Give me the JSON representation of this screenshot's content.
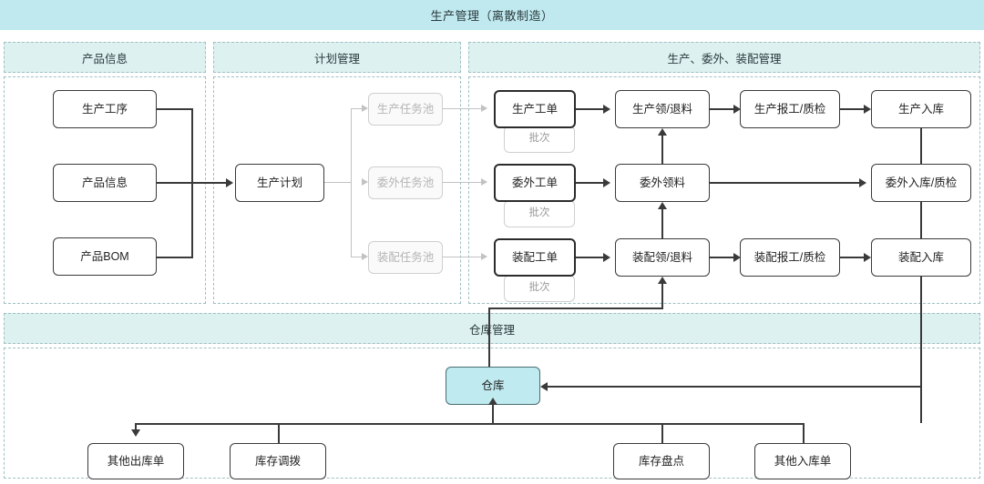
{
  "header": {
    "title": "生产管理（离散制造）"
  },
  "sections": [
    {
      "id": "product-info",
      "label": "产品信息"
    },
    {
      "id": "plan-management",
      "label": "计划管理"
    },
    {
      "id": "prod-out-assembly",
      "label": "生产、委外、装配管理"
    },
    {
      "id": "warehouse",
      "label": "仓库管理"
    }
  ],
  "nodes": {
    "product_process": "生产工序",
    "product_info": "产品信息",
    "product_bom": "产品BOM",
    "production_plan": "生产计划",
    "pool_production": "生产任务池",
    "pool_outsource": "委外任务池",
    "pool_assembly": "装配任务池",
    "wo_production": "生产工单",
    "wo_outsource": "委外工单",
    "wo_assembly": "装配工单",
    "batch_production": "批次",
    "batch_outsource": "批次",
    "batch_assembly": "批次",
    "pick_production": "生产领/退料",
    "pick_outsource": "委外领料",
    "pick_assembly": "装配领/退料",
    "report_production": "生产报工/质检",
    "report_assembly": "装配报工/质检",
    "in_production": "生产入库",
    "in_outsource": "委外入库/质检",
    "in_assembly": "装配入库",
    "warehouse": "仓库",
    "other_outbound": "其他出库单",
    "stock_transfer": "库存调拨",
    "stock_count": "库存盘点",
    "other_inbound": "其他入库单"
  },
  "colors": {
    "title_bar": "#bfe9ef",
    "section_head": "#ddf1f1",
    "panel_border": "#9fbfc2",
    "node_border": "#3a3a3a",
    "ghost": "#cfcfcf",
    "teal_node": "#bfeaf0"
  }
}
